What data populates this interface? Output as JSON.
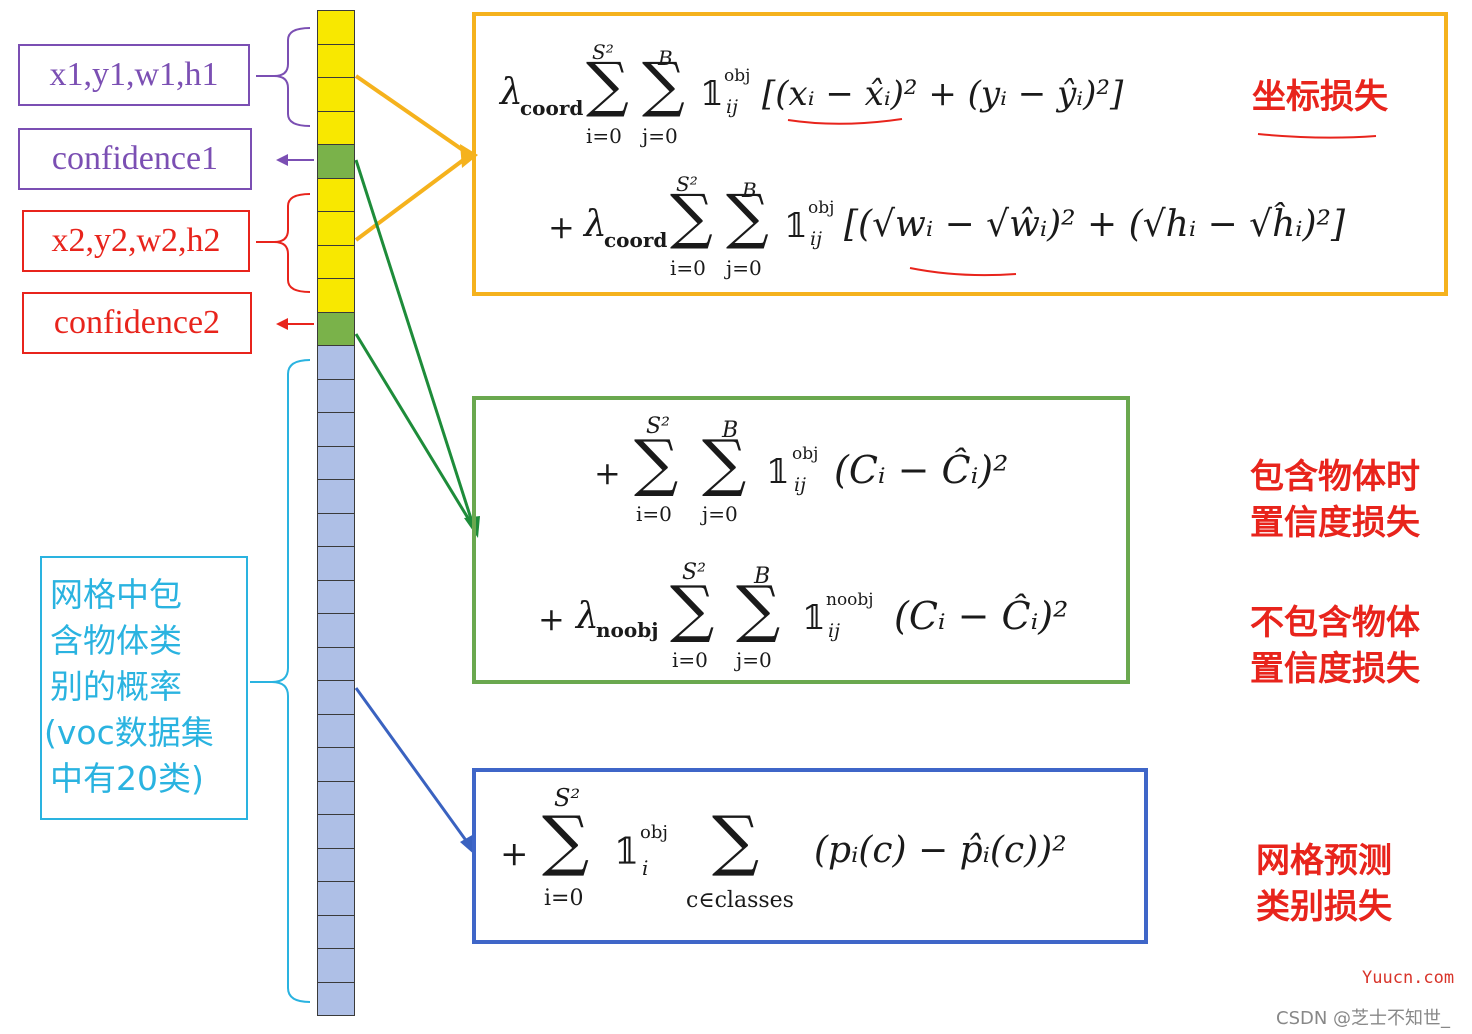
{
  "labels": {
    "box1": "x1,y1,w1,h1",
    "conf1": "confidence1",
    "box2": "x2,y2,w2,h2",
    "conf2": "confidence2",
    "class_prob": [
      "网格中包",
      "含物体类",
      "别的概率",
      "(voc数据集",
      "中有20类)"
    ]
  },
  "side_notes": {
    "coord": "坐标损失",
    "obj": [
      "包含物体时",
      "置信度损失"
    ],
    "noobj": [
      "不包含物体",
      "置信度损失"
    ],
    "cls": [
      "网格预测",
      "类别损失"
    ]
  },
  "formulas": {
    "lambda": "λ",
    "coord": "coord",
    "noobj": "noobj",
    "obj": "obj",
    "sum": "∑",
    "s2": "S²",
    "b": "B",
    "i0": "i=0",
    "j0": "j=0",
    "ij": "ij",
    "i": "i",
    "one": "𝟙",
    "plus": "+",
    "f1_tail": "[(xᵢ − x̂ᵢ)² + (yᵢ − ŷᵢ)²]",
    "f2_tail": "[(√wᵢ − √ŵᵢ)² + (√hᵢ − √ĥᵢ)²]",
    "f3_tail": "(Cᵢ − Ĉᵢ)²",
    "f5_tail": "(pᵢ(c) − p̂ᵢ(c))²",
    "classes": "c∈classes"
  },
  "watermark": {
    "site": "Yuucn.com",
    "csdn": "CSDN @芝士不知世_"
  },
  "colors": {
    "purple": "#7b4fb3",
    "red": "#e8241c",
    "cyan": "#2ab3e0",
    "yellow": "#f8e800",
    "green": "#7ab24a",
    "blue": "#aebfe6",
    "orange": "#f5b21d",
    "box_green": "#6aa84f",
    "box_blue": "#3f66c8",
    "arrow_green": "#1e8c3a",
    "arrow_blue": "#3a62c0"
  }
}
